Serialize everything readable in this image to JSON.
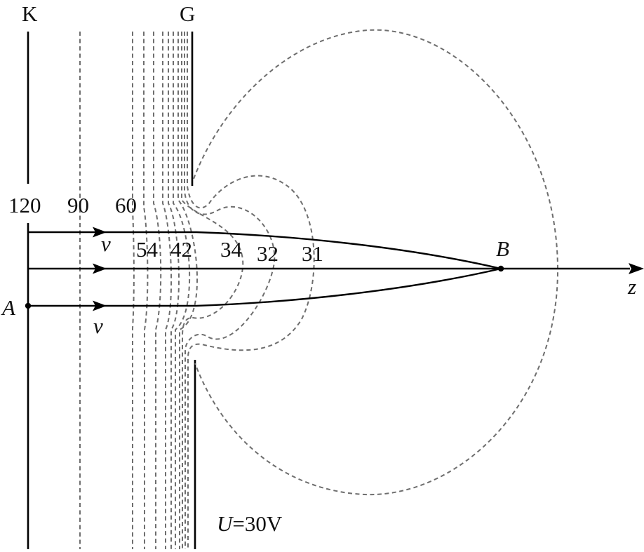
{
  "labels": {
    "cathode": "K",
    "grid": "G",
    "point_a": "A",
    "point_b": "B",
    "axis": "z",
    "velocity_upper": "v",
    "velocity_lower": "v",
    "voltage_symbol": "U",
    "voltage_value": "=30V"
  },
  "potentials": {
    "p120": "120",
    "p90": "90",
    "p60": "60",
    "p54": "54",
    "p42": "42",
    "p34": "34",
    "p32": "32",
    "p31": "31"
  }
}
